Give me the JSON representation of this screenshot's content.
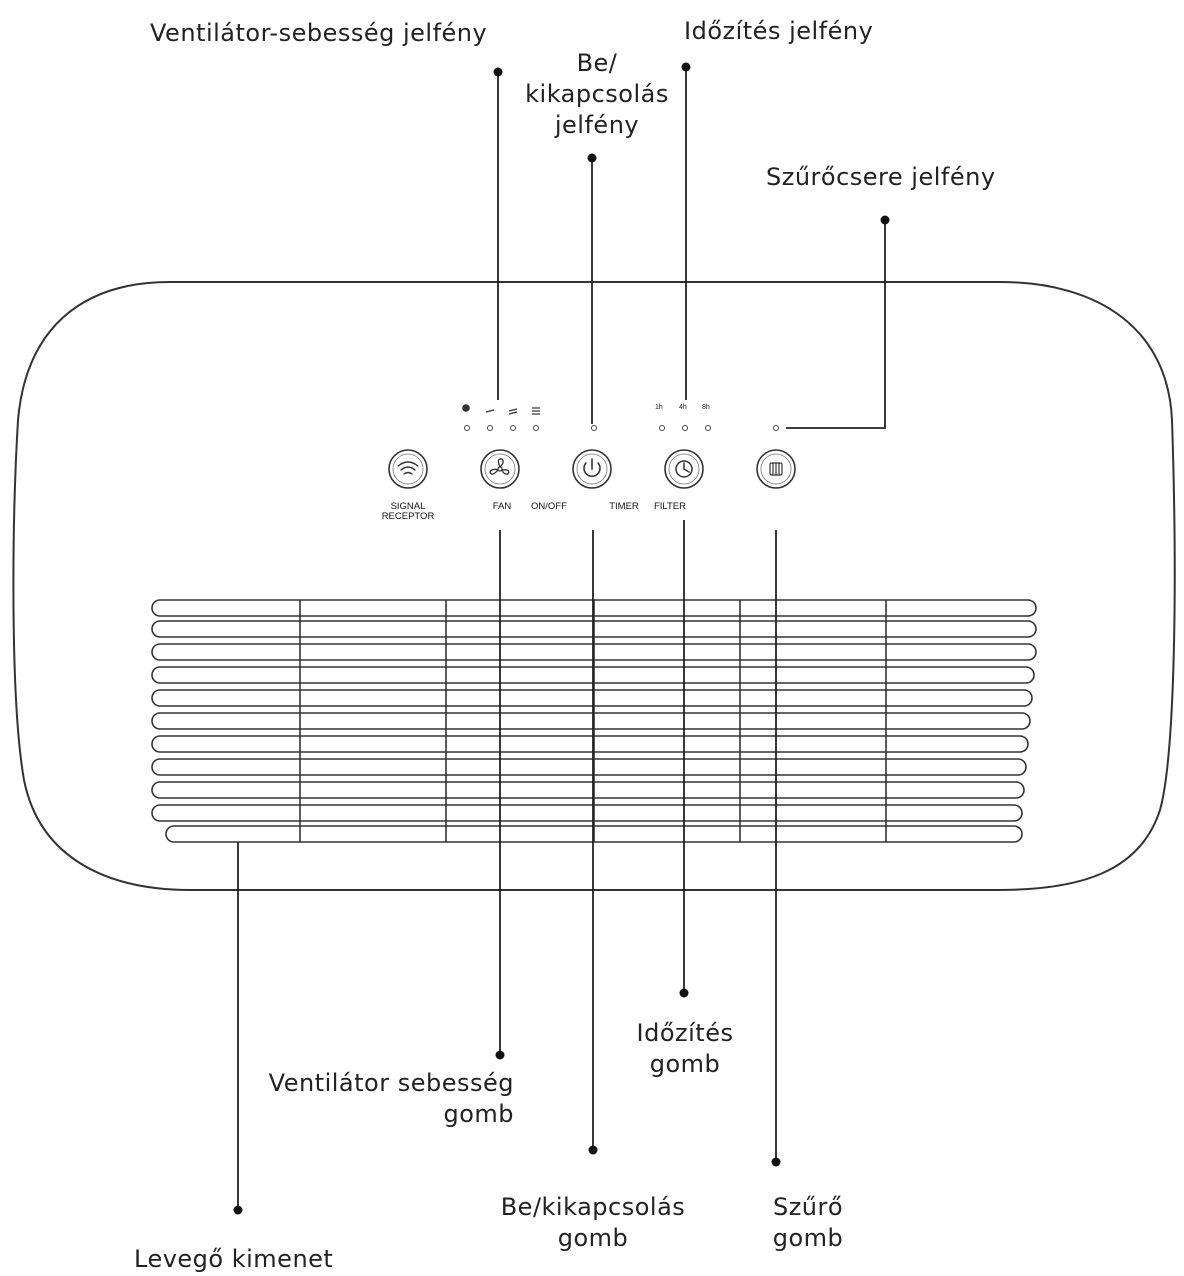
{
  "callouts": {
    "fan_speed_indicator": "Ventilátor-sebesség jelfény",
    "power_indicator": [
      "Be/",
      "kikapcsolás",
      "jelfény"
    ],
    "timer_indicator": "Időzítés jelfény",
    "filter_change_indicator": "Szűrőcsere jelfény",
    "timer_button": [
      "Időzítés",
      "gomb"
    ],
    "fan_speed_button": [
      "Ventilátor sebesség",
      "gomb"
    ],
    "power_button": [
      "Be/kikapcsolás",
      "gomb"
    ],
    "filter_button": [
      "Szűrő",
      "gomb"
    ],
    "air_outlet": "Levegő kimenet"
  },
  "panel": {
    "signal_receptor": [
      "SIGNAL",
      "RECEPTOR"
    ],
    "fan": "FAN",
    "on_off": "ON/OFF",
    "timer": "TIMER",
    "filter": "FILTER",
    "timer_options": [
      "1h",
      "4h",
      "8h"
    ]
  },
  "icons": {
    "signal": "wifi-signal-icon",
    "fan": "fan-icon",
    "power": "power-icon",
    "timer": "clock-icon",
    "filter": "filter-icon",
    "fan_speed_glyphs": [
      "sleep-icon",
      "low-speed-icon",
      "medium-speed-icon",
      "high-speed-icon"
    ]
  },
  "colors": {
    "line": "#222222",
    "outline": "#333333"
  }
}
